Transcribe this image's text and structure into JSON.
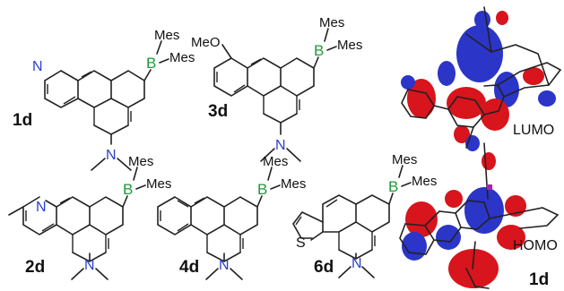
{
  "compounds": [
    {
      "id": "1d",
      "heteroatom": "N",
      "boron": "B",
      "mes1": "Mes",
      "mes2": "Mes",
      "amine": "N"
    },
    {
      "id": "3d",
      "substituent": "MeO",
      "boron": "B",
      "mes1": "Mes",
      "mes2": "Mes",
      "amine": "N"
    },
    {
      "id": "2d",
      "heteroatom": "N",
      "boron": "B",
      "mes1": "Mes",
      "mes2": "Mes",
      "amine": "N"
    },
    {
      "id": "4d",
      "boron": "B",
      "mes1": "Mes",
      "mes2": "Mes",
      "amine": "N"
    },
    {
      "id": "6d",
      "heteroatom": "S",
      "boron": "B",
      "mes1": "Mes",
      "mes2": "Mes",
      "amine": "N"
    }
  ],
  "orbitals": {
    "lumo_label": "LUMO",
    "homo_label": "HOMO",
    "compound_label": "1d",
    "colors": {
      "positive": "#2b35c8",
      "negative": "#d8141c",
      "bonds": "#111111"
    }
  }
}
